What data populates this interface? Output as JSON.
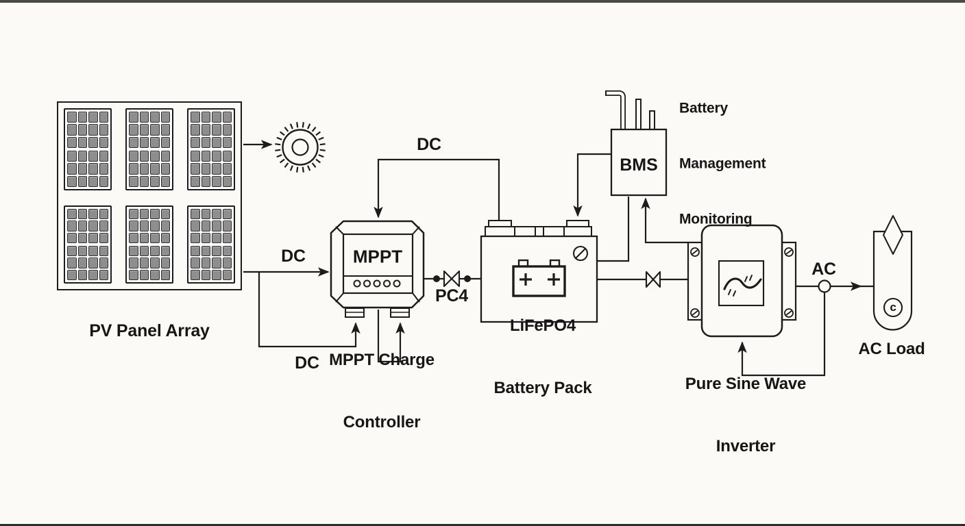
{
  "colors": {
    "background": "#fbfaf7",
    "line": "#1c1c1c",
    "panel_cell": "#8e8e8e",
    "top_border": "#484c45",
    "bottom_border": "#2c2c2c"
  },
  "diagram": {
    "pv_array": {
      "label": "PV Panel Array",
      "panel_count": 6,
      "cell_columns": 4,
      "cell_rows": 6
    },
    "links": {
      "dc_pv_to_mppt": "DC",
      "dc_mppt_to_battery": "DC",
      "dc_pv_aux": "DC",
      "pc4": "PC4",
      "ac_out": "AC"
    },
    "mppt": {
      "display": "MPPT",
      "caption": [
        "MPPT Charge",
        "Controller"
      ]
    },
    "battery": {
      "caption": [
        "LiFePO4",
        "Battery Pack"
      ]
    },
    "bms": {
      "display": "BMS",
      "caption": [
        "Battery",
        "Management",
        "Monitoring"
      ]
    },
    "inverter": {
      "caption": [
        "Pure Sine Wave",
        "Inverter"
      ]
    },
    "ac_load": {
      "caption": "AC Load",
      "symbol": "c"
    },
    "icons": [
      "sun-icon",
      "valve-icon",
      "battery-icon",
      "no-entry-icon",
      "sine-wave-icon",
      "screw-icon",
      "diamond-icon",
      "copyright-icon"
    ]
  }
}
